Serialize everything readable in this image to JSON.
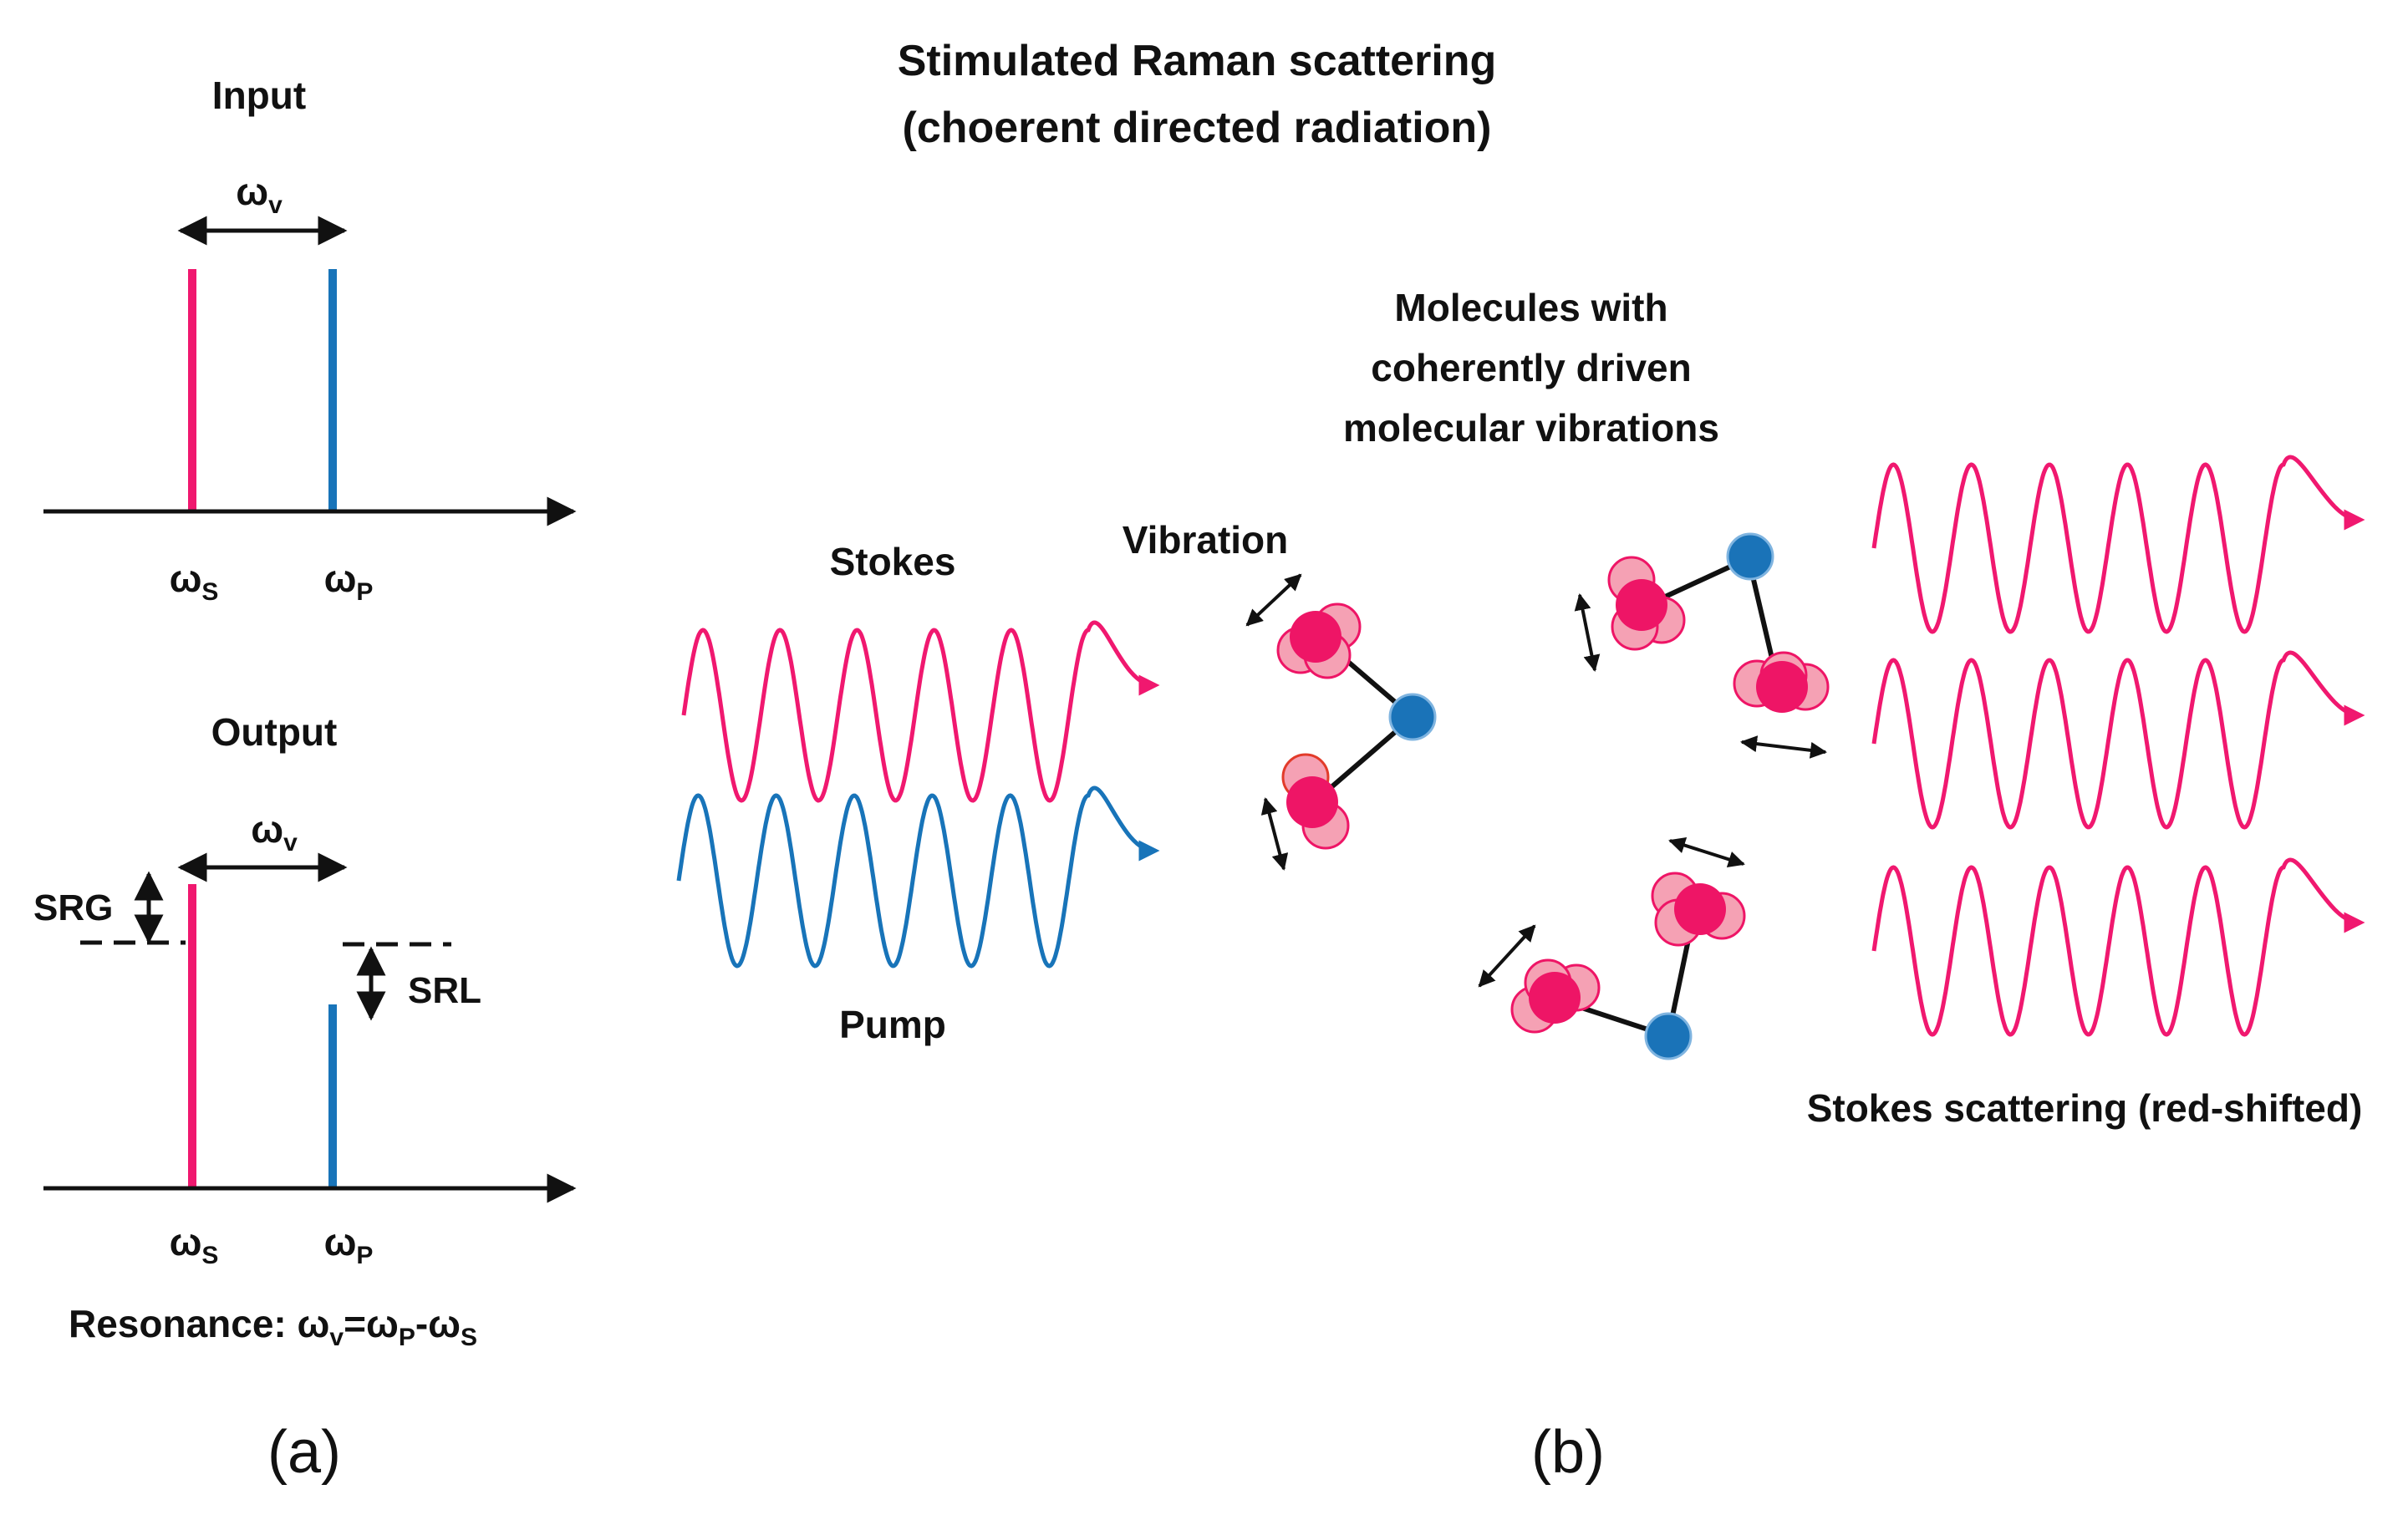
{
  "panel_a": {
    "input": {
      "title": "Input",
      "spacing_label": {
        "base": "ω",
        "sub": "v"
      },
      "stokes_label": {
        "base": "ω",
        "sub": "S"
      },
      "pump_label": {
        "base": "ω",
        "sub": "P"
      }
    },
    "output": {
      "title": "Output",
      "spacing_label": {
        "base": "ω",
        "sub": "v"
      },
      "gain_label": "SRG",
      "loss_label": "SRL",
      "stokes_label": {
        "base": "ω",
        "sub": "S"
      },
      "pump_label": {
        "base": "ω",
        "sub": "P"
      }
    },
    "resonance": {
      "prefix": "Resonance: ω",
      "sub1": "v",
      "mid1": "=ω",
      "sub2": "P",
      "mid2": "-ω",
      "sub3": "S"
    },
    "caption": "(a)"
  },
  "panel_b": {
    "title_line1": "Stimulated Raman scattering",
    "title_line2": "(choerent directed radiation)",
    "stokes_label": "Stokes",
    "pump_label": "Pump",
    "vibration_label": "Vibration",
    "molecules_line1": "Molecules with",
    "molecules_line2": "coherently driven",
    "molecules_line3": "molecular vibrations",
    "output_label": "Stokes scattering (red-shifted)",
    "caption": "(b)"
  },
  "colors": {
    "stokes": "#f0186f",
    "pump": "#1874b9",
    "atom_pink": "#ee1566",
    "atom_pink_light": "#f5a1b4",
    "atom_blue": "#1a73b8",
    "text": "#111111"
  }
}
